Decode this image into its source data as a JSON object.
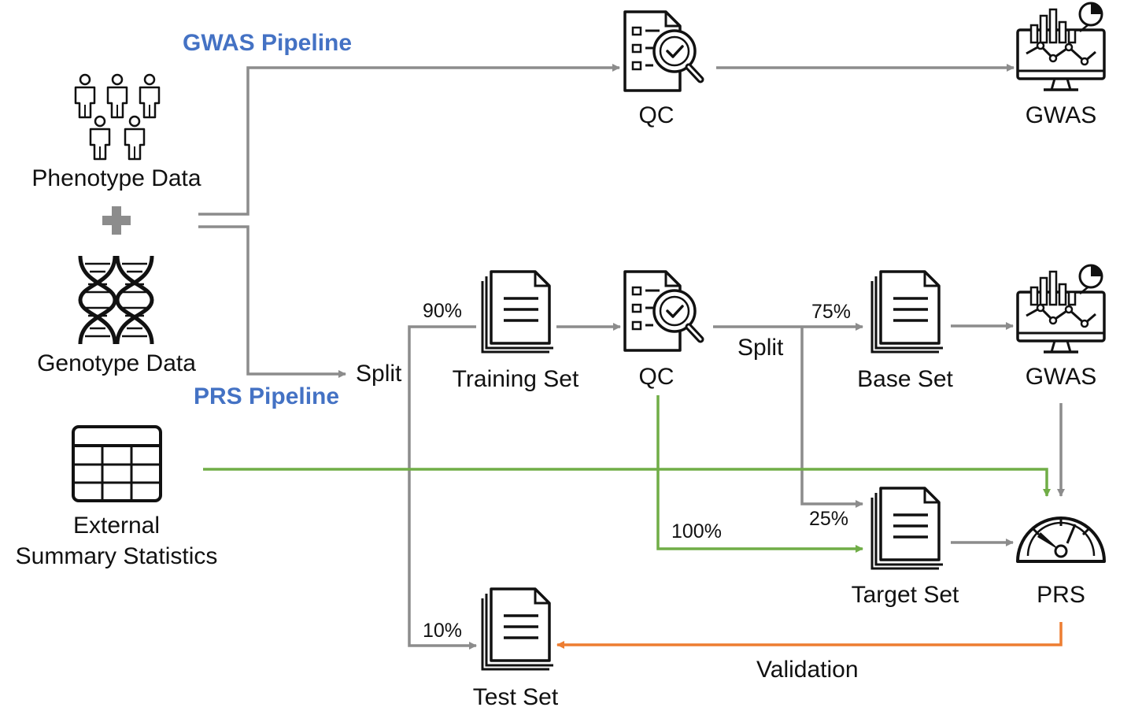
{
  "titles": {
    "gwas_pipeline": "GWAS Pipeline",
    "prs_pipeline": "PRS Pipeline"
  },
  "inputs": {
    "phenotype": "Phenotype Data",
    "genotype": "Genotype Data",
    "external_line1": "External",
    "external_line2": "Summary Statistics"
  },
  "gwas_row": {
    "qc": "QC",
    "gwas": "GWAS"
  },
  "prs_row": {
    "split_1": "Split",
    "split_2": "Split",
    "training_set": "Training Set",
    "qc": "QC",
    "base_set": "Base Set",
    "gwas": "GWAS",
    "target_set": "Target Set",
    "prs": "PRS",
    "test_set": "Test Set",
    "validation": "Validation"
  },
  "percentages": {
    "train": "90%",
    "test": "10%",
    "base": "75%",
    "target": "25%",
    "qc_to_target": "100%"
  },
  "colors": {
    "title_blue": "#4472c4",
    "arrow_gray": "#8c8c8c",
    "arrow_green": "#70ad47",
    "arrow_orange": "#ed7d31",
    "icon": "#111111"
  }
}
